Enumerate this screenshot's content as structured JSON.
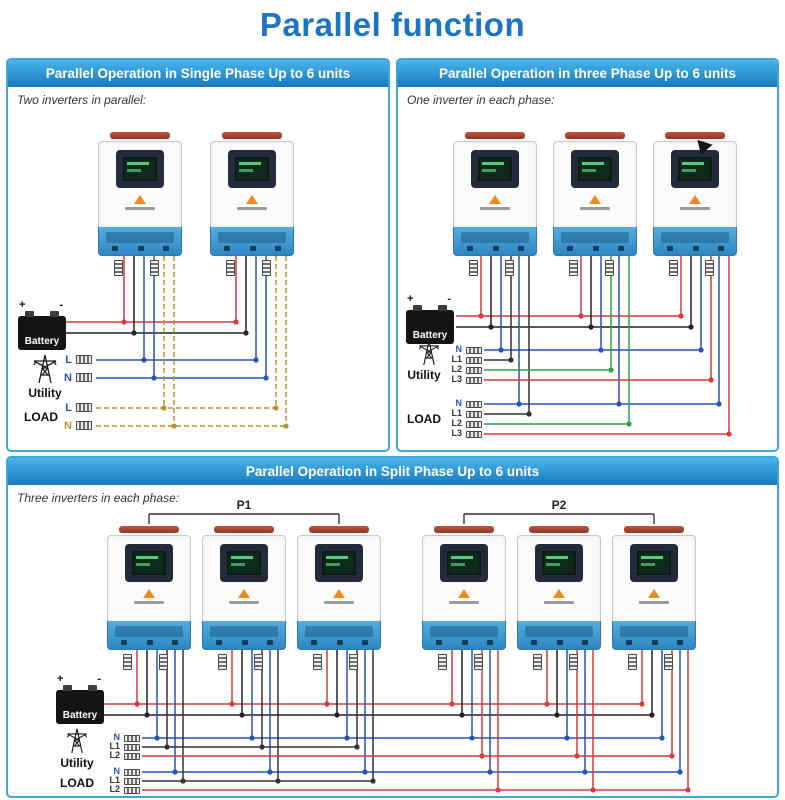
{
  "title": "Parallel function",
  "battery_marks": {
    "plus": "+",
    "minus": "-"
  },
  "colors": {
    "title_blue": "#1b74c4",
    "header_gradient_top": "#4ab5e8",
    "header_gradient_bottom": "#1878bf",
    "panel_border": "#42a4da",
    "wire_red": "#d43b3b",
    "wire_black": "#222222",
    "wire_blue": "#2a52b8",
    "wire_yellow_dashed": "#b8922e",
    "wire_green": "#2ea043",
    "inverter_bottom_blue": "#3e9ed2",
    "inverter_handle_red": "#9c3d2e",
    "inverter_logo_orange": "#f08a1d"
  },
  "panel_single": {
    "title": "Parallel Operation in Single Phase Up to 6 units",
    "subtitle": "Two inverters in parallel:",
    "inverters": 2,
    "battery": "Battery",
    "utility": "Utility",
    "load": "LOAD",
    "utility_lines": [
      "L",
      "N"
    ],
    "load_lines": [
      "L",
      "N"
    ]
  },
  "panel_three": {
    "title": "Parallel Operation in three Phase Up to 6 units",
    "subtitle": "One inverter in each phase:",
    "inverters": 3,
    "battery": "Battery",
    "utility": "Utility",
    "load": "LOAD",
    "utility_lines": [
      "N",
      "L1",
      "L2",
      "L3"
    ],
    "load_lines": [
      "N",
      "L1",
      "L2",
      "L3"
    ]
  },
  "panel_split": {
    "title": "Parallel Operation in Split Phase Up to 6 units",
    "subtitle": "Three inverters in each phase:",
    "inverters": 6,
    "battery": "Battery",
    "utility": "Utility",
    "load": "LOAD",
    "utility_lines": [
      "N",
      "L1",
      "L2"
    ],
    "load_lines": [
      "N",
      "L1",
      "L2"
    ],
    "groups": [
      "P1",
      "P2"
    ]
  }
}
